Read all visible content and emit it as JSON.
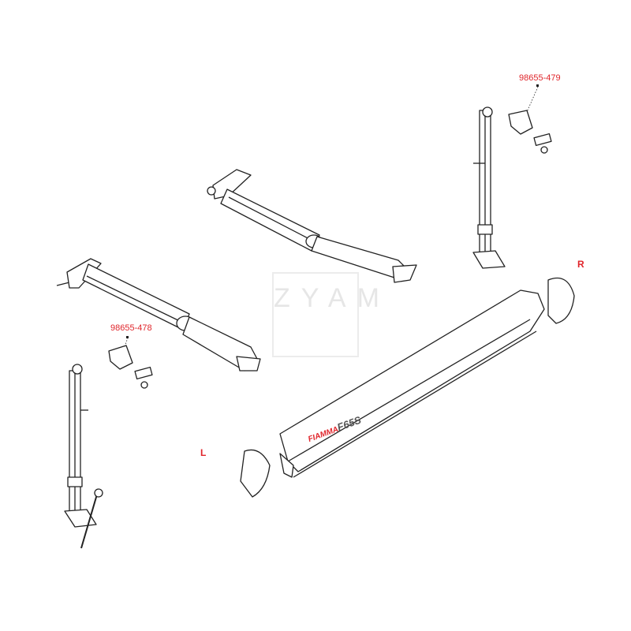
{
  "labels": {
    "part_right": "98655-479",
    "part_left": "98655-478",
    "side_right": "R",
    "side_left": "L"
  },
  "watermark": "ZYAM",
  "logo": {
    "brand": "FIAMMA",
    "model": "F65S"
  },
  "colors": {
    "accent": "#e0252b",
    "line": "#222222",
    "watermark": "#e6e6e6"
  }
}
